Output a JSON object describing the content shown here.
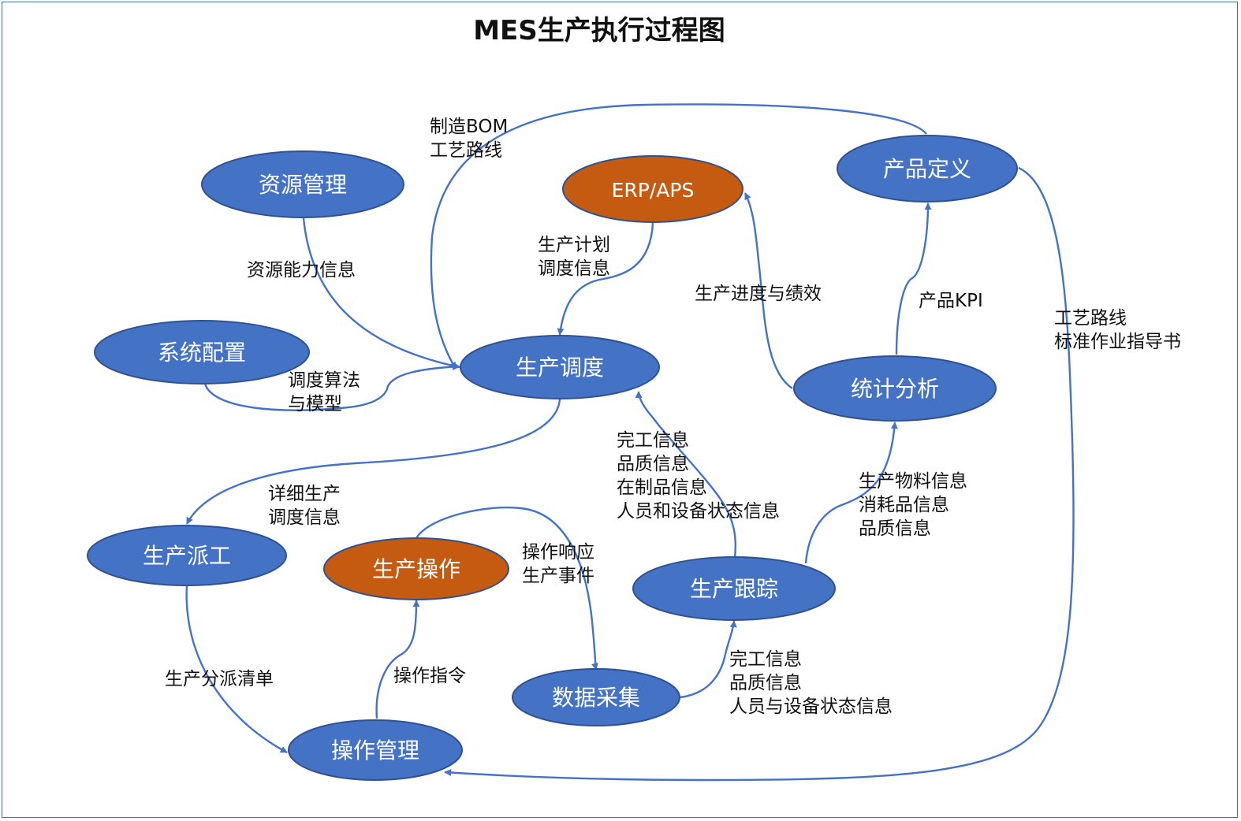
{
  "title": "MES生产执行过程图",
  "colors": {
    "blue_node": "#4472c4",
    "orange_node": "#c55a11",
    "node_border": "#2f528f",
    "edge": "#4472c4",
    "text": "#111111"
  },
  "nodes": {
    "resource": "资源管理",
    "erp": "ERP/APS",
    "product_def": "产品定义",
    "sys_config": "系统配置",
    "scheduling": "生产调度",
    "stats": "统计分析",
    "dispatch": "生产派工",
    "operation": "生产操作",
    "tracking": "生产跟踪",
    "data_collect": "数据采集",
    "op_manage": "操作管理"
  },
  "labels": {
    "bom": [
      "制造BOM",
      "工艺路线"
    ],
    "resource_cap": [
      "资源能力信息"
    ],
    "plan": [
      "生产计划",
      "调度信息"
    ],
    "progress": [
      "生产进度与绩效"
    ],
    "kpi": [
      "产品KPI"
    ],
    "route_guide": [
      "工艺路线",
      "标准作业指导书"
    ],
    "algo": [
      "调度算法",
      "与模型"
    ],
    "completion": [
      "完工信息",
      "品质信息",
      "在制品信息",
      "人员和设备状态信息"
    ],
    "material": [
      "生产物料信息",
      "消耗品信息",
      "品质信息"
    ],
    "detail_sched": [
      "详细生产",
      "调度信息"
    ],
    "op_response": [
      "操作响应",
      "生产事件"
    ],
    "dispatch_list": [
      "生产分派清单"
    ],
    "op_cmd": [
      "操作指令"
    ],
    "dc_info": [
      "完工信息",
      "品质信息",
      "人员与设备状态信息"
    ]
  }
}
